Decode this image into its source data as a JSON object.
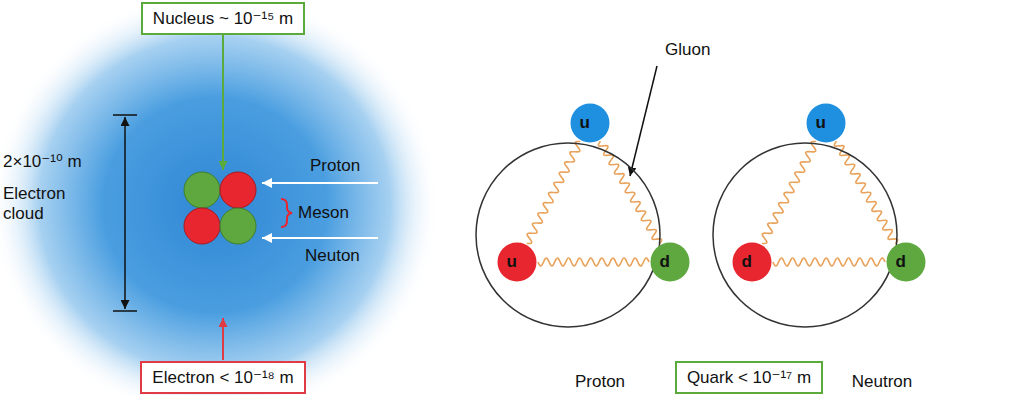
{
  "diagram": {
    "nodes": [
      {
        "text": [
          "Nucleus ~ 10⁻¹⁵ m"
        ]
      },
      {
        "text": [
          "Proton"
        ]
      },
      {
        "text": [
          "u"
        ],
        "in": 1
      },
      {
        "text": [
          "u"
        ],
        "in": 1
      },
      {
        "text": [
          "d"
        ],
        "in": 1
      },
      {
        "text": [
          "Neutron"
        ]
      },
      {
        "text": [
          "u"
        ],
        "in": 5
      },
      {
        "text": [
          "d"
        ],
        "in": 5
      },
      {
        "text": [
          "d"
        ],
        "in": 5
      },
      {
        "text": [
          "Electron < 10⁻¹⁸ m"
        ]
      },
      {
        "text": [
          "Quark < 10⁻¹⁷ m"
        ]
      }
    ],
    "edges": [
      {
        "from": 2,
        "to": 3,
        "arrow": "none"
      },
      {
        "from": 3,
        "to": 4,
        "arrow": "none"
      },
      {
        "from": 2,
        "to": 4,
        "arrow": "none"
      },
      {
        "from": 6,
        "to": 7,
        "arrow": "none"
      },
      {
        "from": 7,
        "to": 8,
        "arrow": "none"
      },
      {
        "from": 6,
        "to": 8,
        "arrow": "none"
      }
    ],
    "labels": [
      "2×10⁻¹⁰ m",
      "Electron cloud",
      "Proton",
      "Meson",
      "Neuton",
      "Gluon"
    ]
  }
}
